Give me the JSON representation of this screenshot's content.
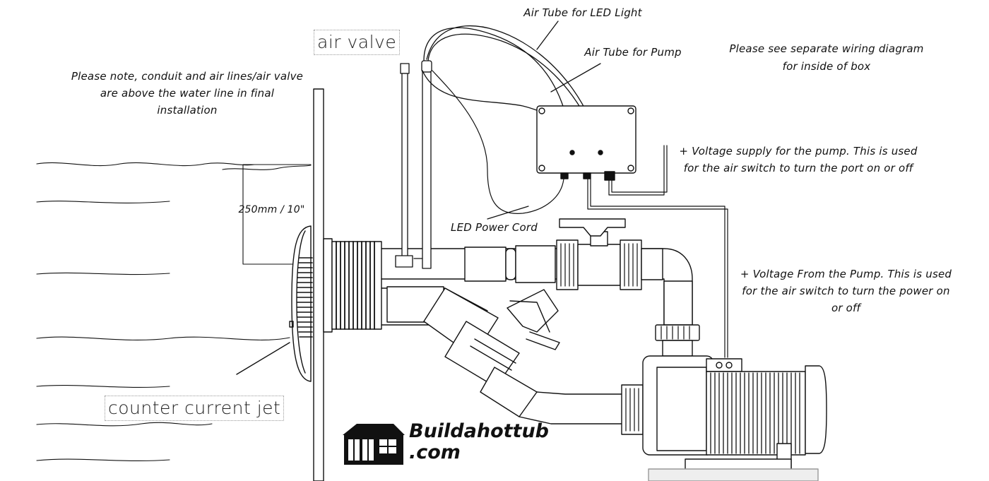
{
  "labels": {
    "air_valve": "air valve",
    "air_tube_led": "Air Tube for LED Light",
    "air_tube_pump": "Air Tube for Pump",
    "wiring_note_line1": "Please see separate wiring diagram",
    "wiring_note_line2": "for inside of box",
    "conduit_note_line1": "Please note, conduit and air lines/air valve",
    "conduit_note_line2": "are above the water line in final",
    "conduit_note_line3": "installation",
    "voltage_supply_line1": "+ Voltage supply for the pump. This is used",
    "voltage_supply_line2": "for the air switch to turn the port on or off",
    "depth": "250mm / 10\"",
    "led_power_cord": "LED Power Cord",
    "voltage_from_pump_line1": "+ Voltage From the Pump. This is used",
    "voltage_from_pump_line2": "for the air switch to turn the power on",
    "voltage_from_pump_line3": "or off",
    "counter_current_jet": "counter current jet"
  },
  "brand": {
    "line1": "Buildahottub",
    "line2": ".com"
  },
  "colors": {
    "ink": "#111111",
    "background": "#ffffff"
  }
}
